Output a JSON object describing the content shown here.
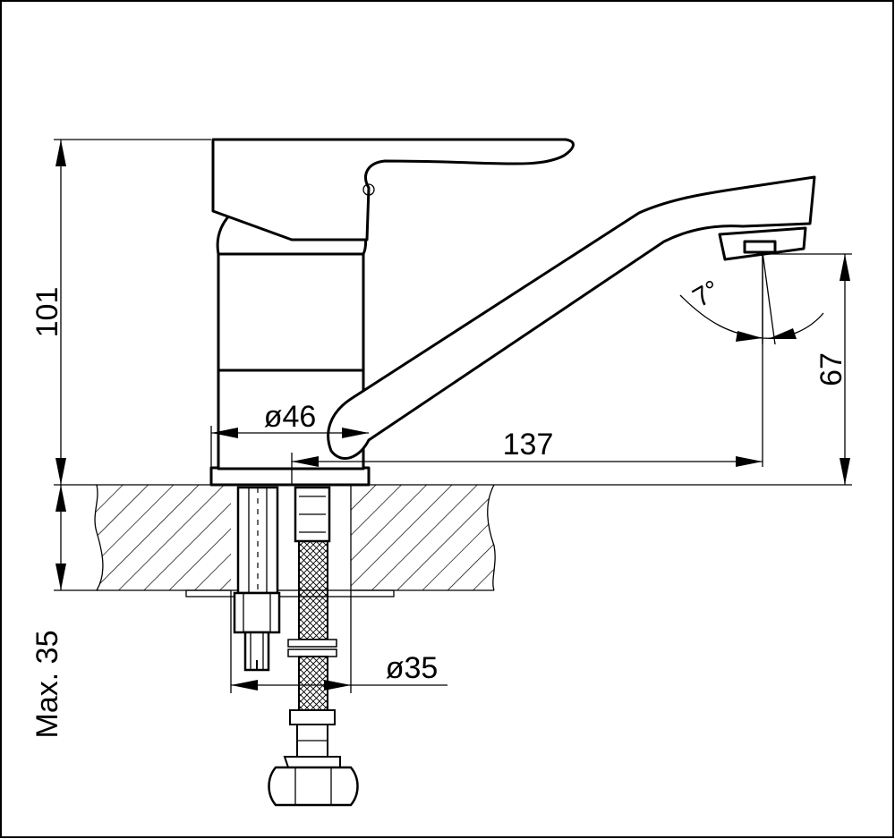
{
  "dimensions": {
    "height_total": "101",
    "spout_height": "67",
    "spout_reach": "137",
    "base_diameter": "ø46",
    "hole_diameter": "ø35",
    "max_thickness": "Max. 35",
    "aerator_angle": "7°"
  },
  "colors": {
    "line": "#000000",
    "background": "#ffffff"
  }
}
